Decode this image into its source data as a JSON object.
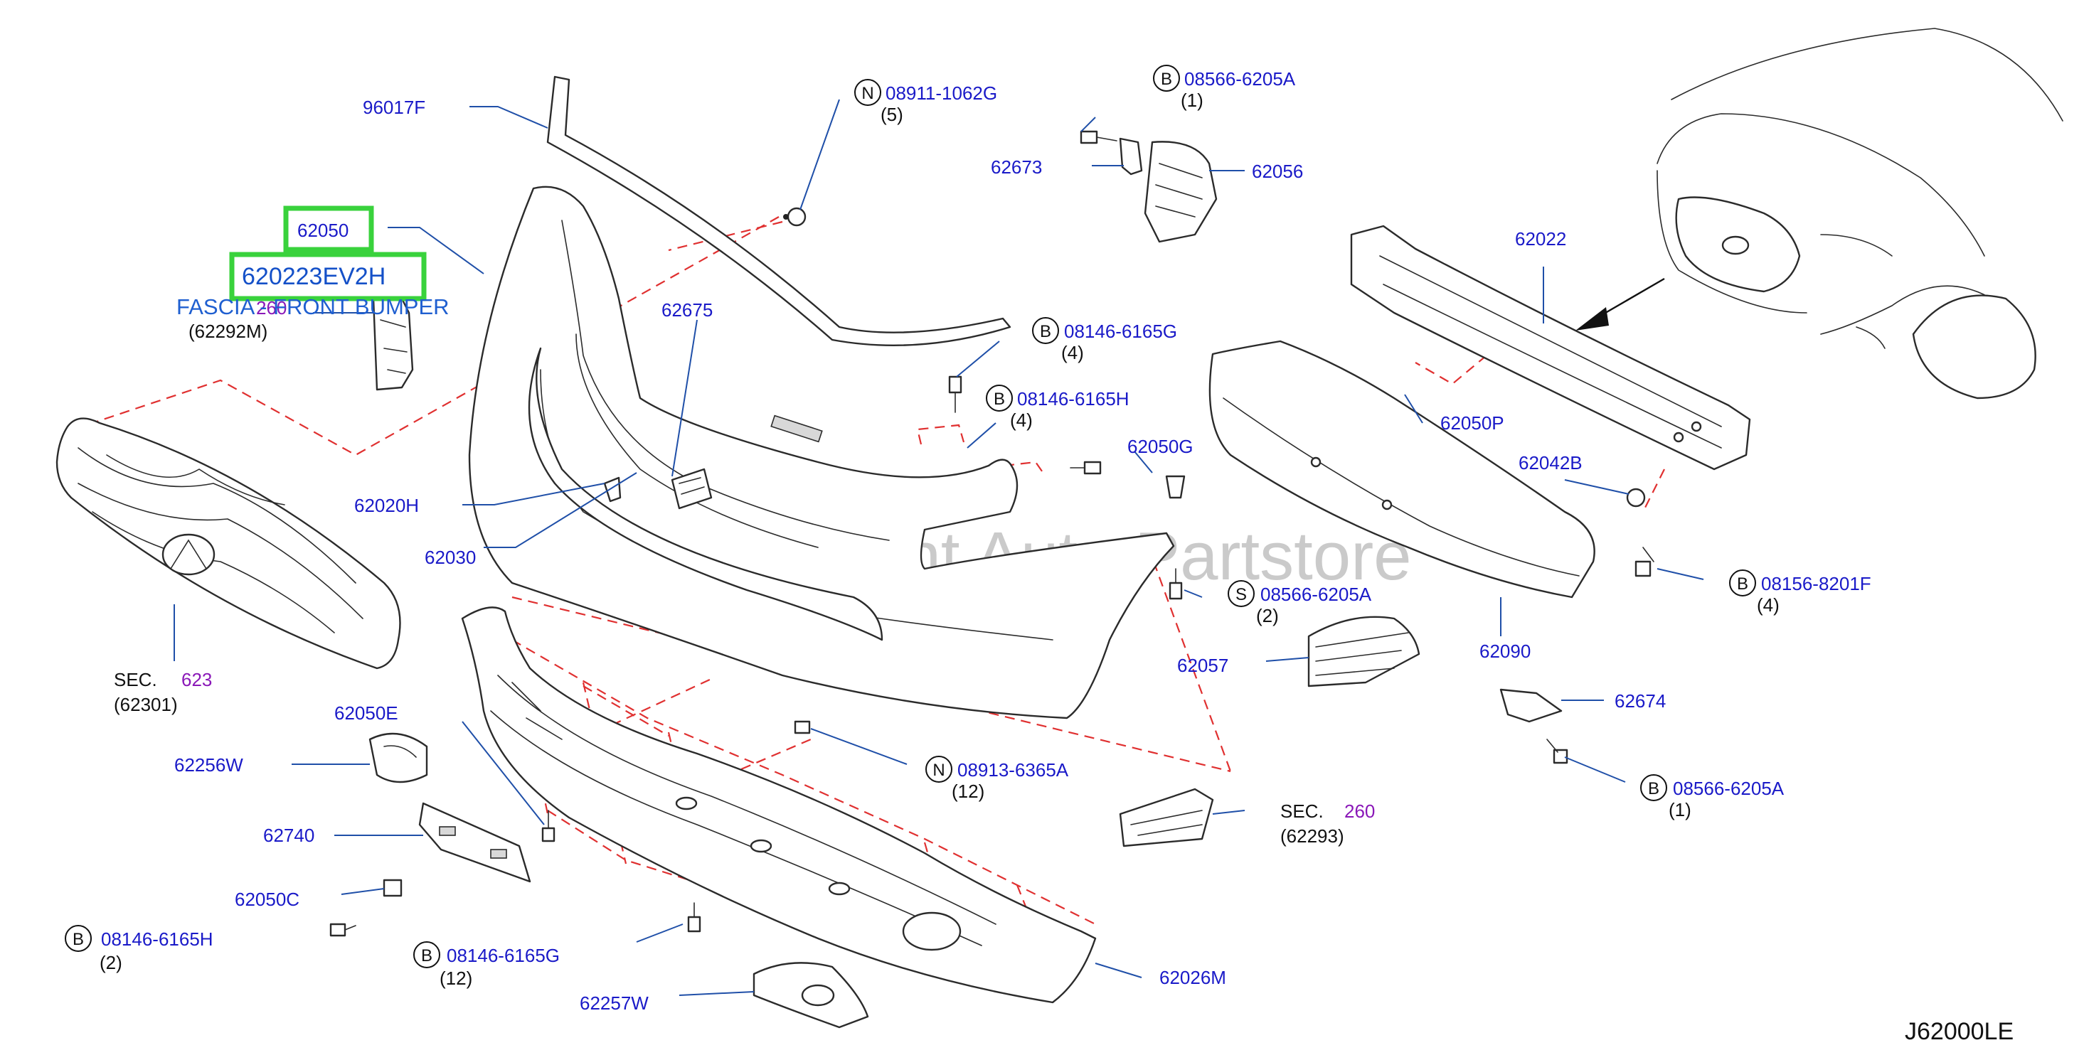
{
  "watermark": "Multi Merchant Auto Partstore",
  "diagram_code": "J62000LE",
  "highlight": {
    "part": "62050",
    "part_number": "620223EV2H",
    "description": "FASCIA - FRONT BUMPER"
  },
  "labels": {
    "p96017F": "96017F",
    "p62050": "62050",
    "p62292M": "(62292M)",
    "p62675": "62675",
    "p62020H": "62020H",
    "p62030": "62030",
    "p62673": "62673",
    "p62056": "62056",
    "p62022": "62022",
    "p62050P": "62050P",
    "p62042B": "62042B",
    "p62050G": "62050G",
    "p62057": "62057",
    "p62090": "62090",
    "p62674": "62674",
    "p62050E": "62050E",
    "p62256W": "62256W",
    "p62740": "62740",
    "p62050C": "62050C",
    "p62257W": "62257W",
    "p62026M": "62026M",
    "p62301": "(62301)",
    "p62293": "(62293)"
  },
  "sec_refs": {
    "sec_word": "SEC.",
    "sec623": "623",
    "sec260_a": "260",
    "sec260_b": "260"
  },
  "fasteners": [
    {
      "letter": "N",
      "part": "08911-1062G",
      "qty": "(5)"
    },
    {
      "letter": "B",
      "part": "08566-6205A",
      "qty": "(1)"
    },
    {
      "letter": "B",
      "part": "08146-6165G",
      "qty": "(4)"
    },
    {
      "letter": "B",
      "part": "08146-6165H",
      "qty": "(4)"
    },
    {
      "letter": "S",
      "part": "08566-6205A",
      "qty": "(2)"
    },
    {
      "letter": "B",
      "part": "08156-8201F",
      "qty": "(4)"
    },
    {
      "letter": "N",
      "part": "08913-6365A",
      "qty": "(12)"
    },
    {
      "letter": "B",
      "part": "08566-6205A",
      "qty": "(1)"
    },
    {
      "letter": "B",
      "part": "08146-6165H",
      "qty": "(2)"
    },
    {
      "letter": "B",
      "part": "08146-6165G",
      "qty": "(12)"
    }
  ],
  "icons": [
    "infiniti-emblem-icon",
    "arrow-icon",
    "bolt-icon",
    "clip-icon"
  ]
}
